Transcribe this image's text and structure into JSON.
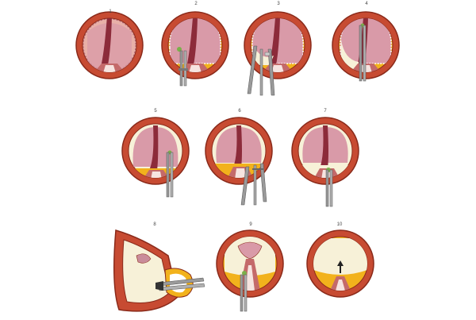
{
  "steps": [
    {
      "label": "1"
    },
    {
      "label": "2"
    },
    {
      "label": "3"
    },
    {
      "label": "4"
    },
    {
      "label": "5"
    },
    {
      "label": "6"
    },
    {
      "label": "7"
    },
    {
      "label": "8"
    },
    {
      "label": "9"
    },
    {
      "label": "10"
    }
  ],
  "colors": {
    "outer_ring": "#c74b32",
    "ring_stroke": "#8a2a1a",
    "inner_disc": "#e8b0a8",
    "tissue_pink": "#d99aa8",
    "dark_ridge": "#8c2b3a",
    "yellow_flap": "#f2b21c",
    "cream": "#f7f1d8",
    "instrument": "#9a9a9a",
    "green_tip": "#7ab04a"
  }
}
